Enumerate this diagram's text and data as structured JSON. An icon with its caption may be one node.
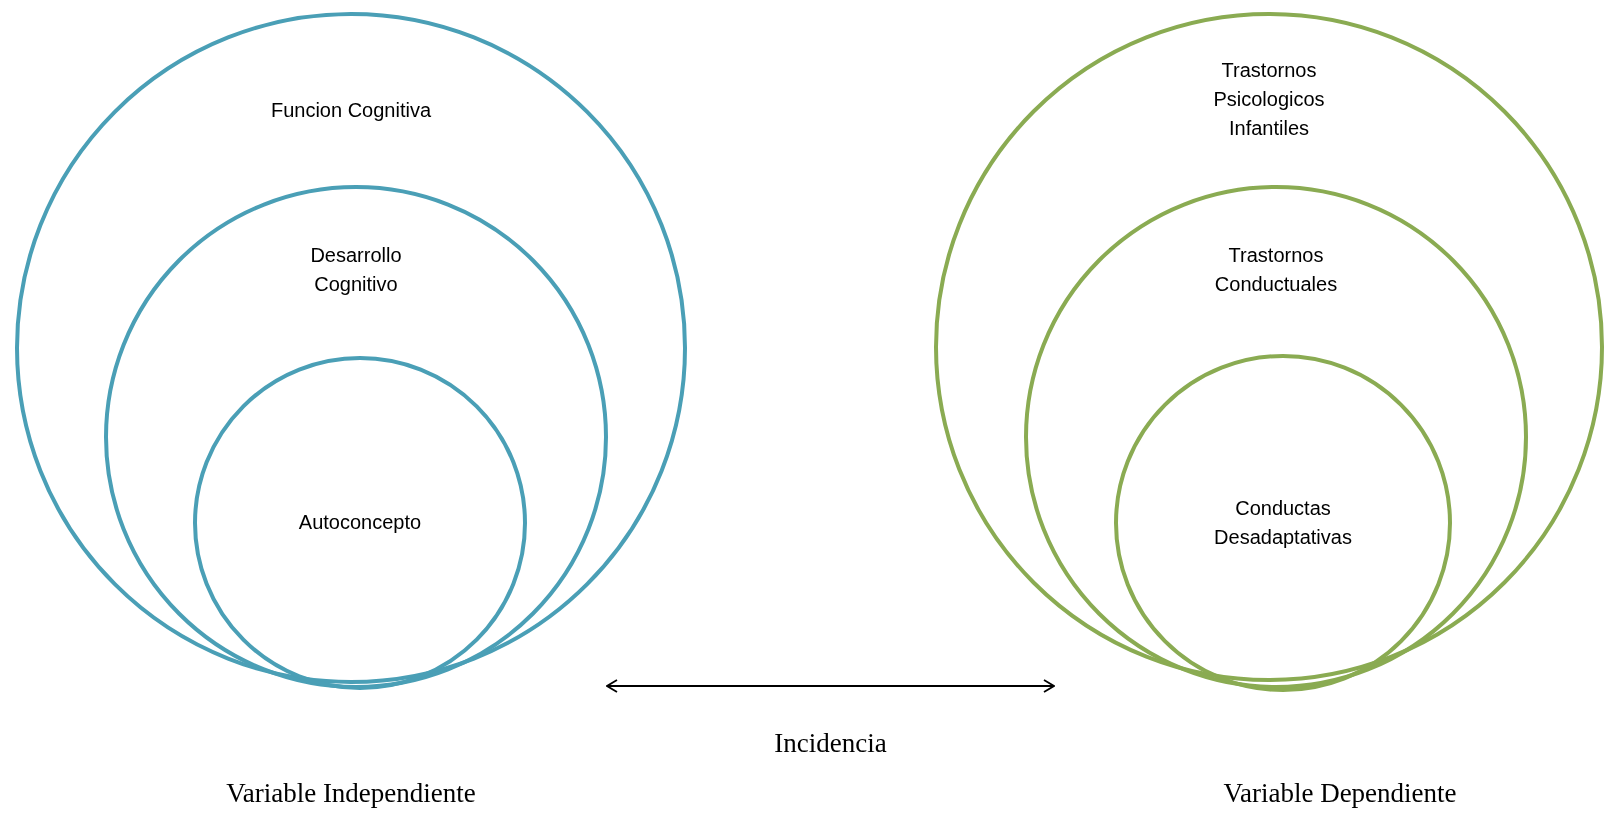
{
  "diagram": {
    "nodes": [
      {
        "text": [
          "Funcion Cognitiva"
        ],
        "beside": [
          "Variable Independiente"
        ]
      },
      {
        "text": [
          "Desarrollo Cognitivo"
        ],
        "in": 0
      },
      {
        "text": [
          "Autoconcepto"
        ],
        "in": 1
      },
      {
        "text": [
          "Trastornos Psicologicos Infantiles"
        ],
        "beside": [
          "Variable Dependiente"
        ]
      },
      {
        "text": [
          "Trastornos Conductuales"
        ],
        "in": 3
      },
      {
        "text": [
          "Conductas Desadaptativas"
        ],
        "in": 4
      }
    ],
    "edges": [
      {
        "from": 0,
        "to": 3,
        "arrow": "both",
        "label": "Incidencia"
      }
    ]
  }
}
